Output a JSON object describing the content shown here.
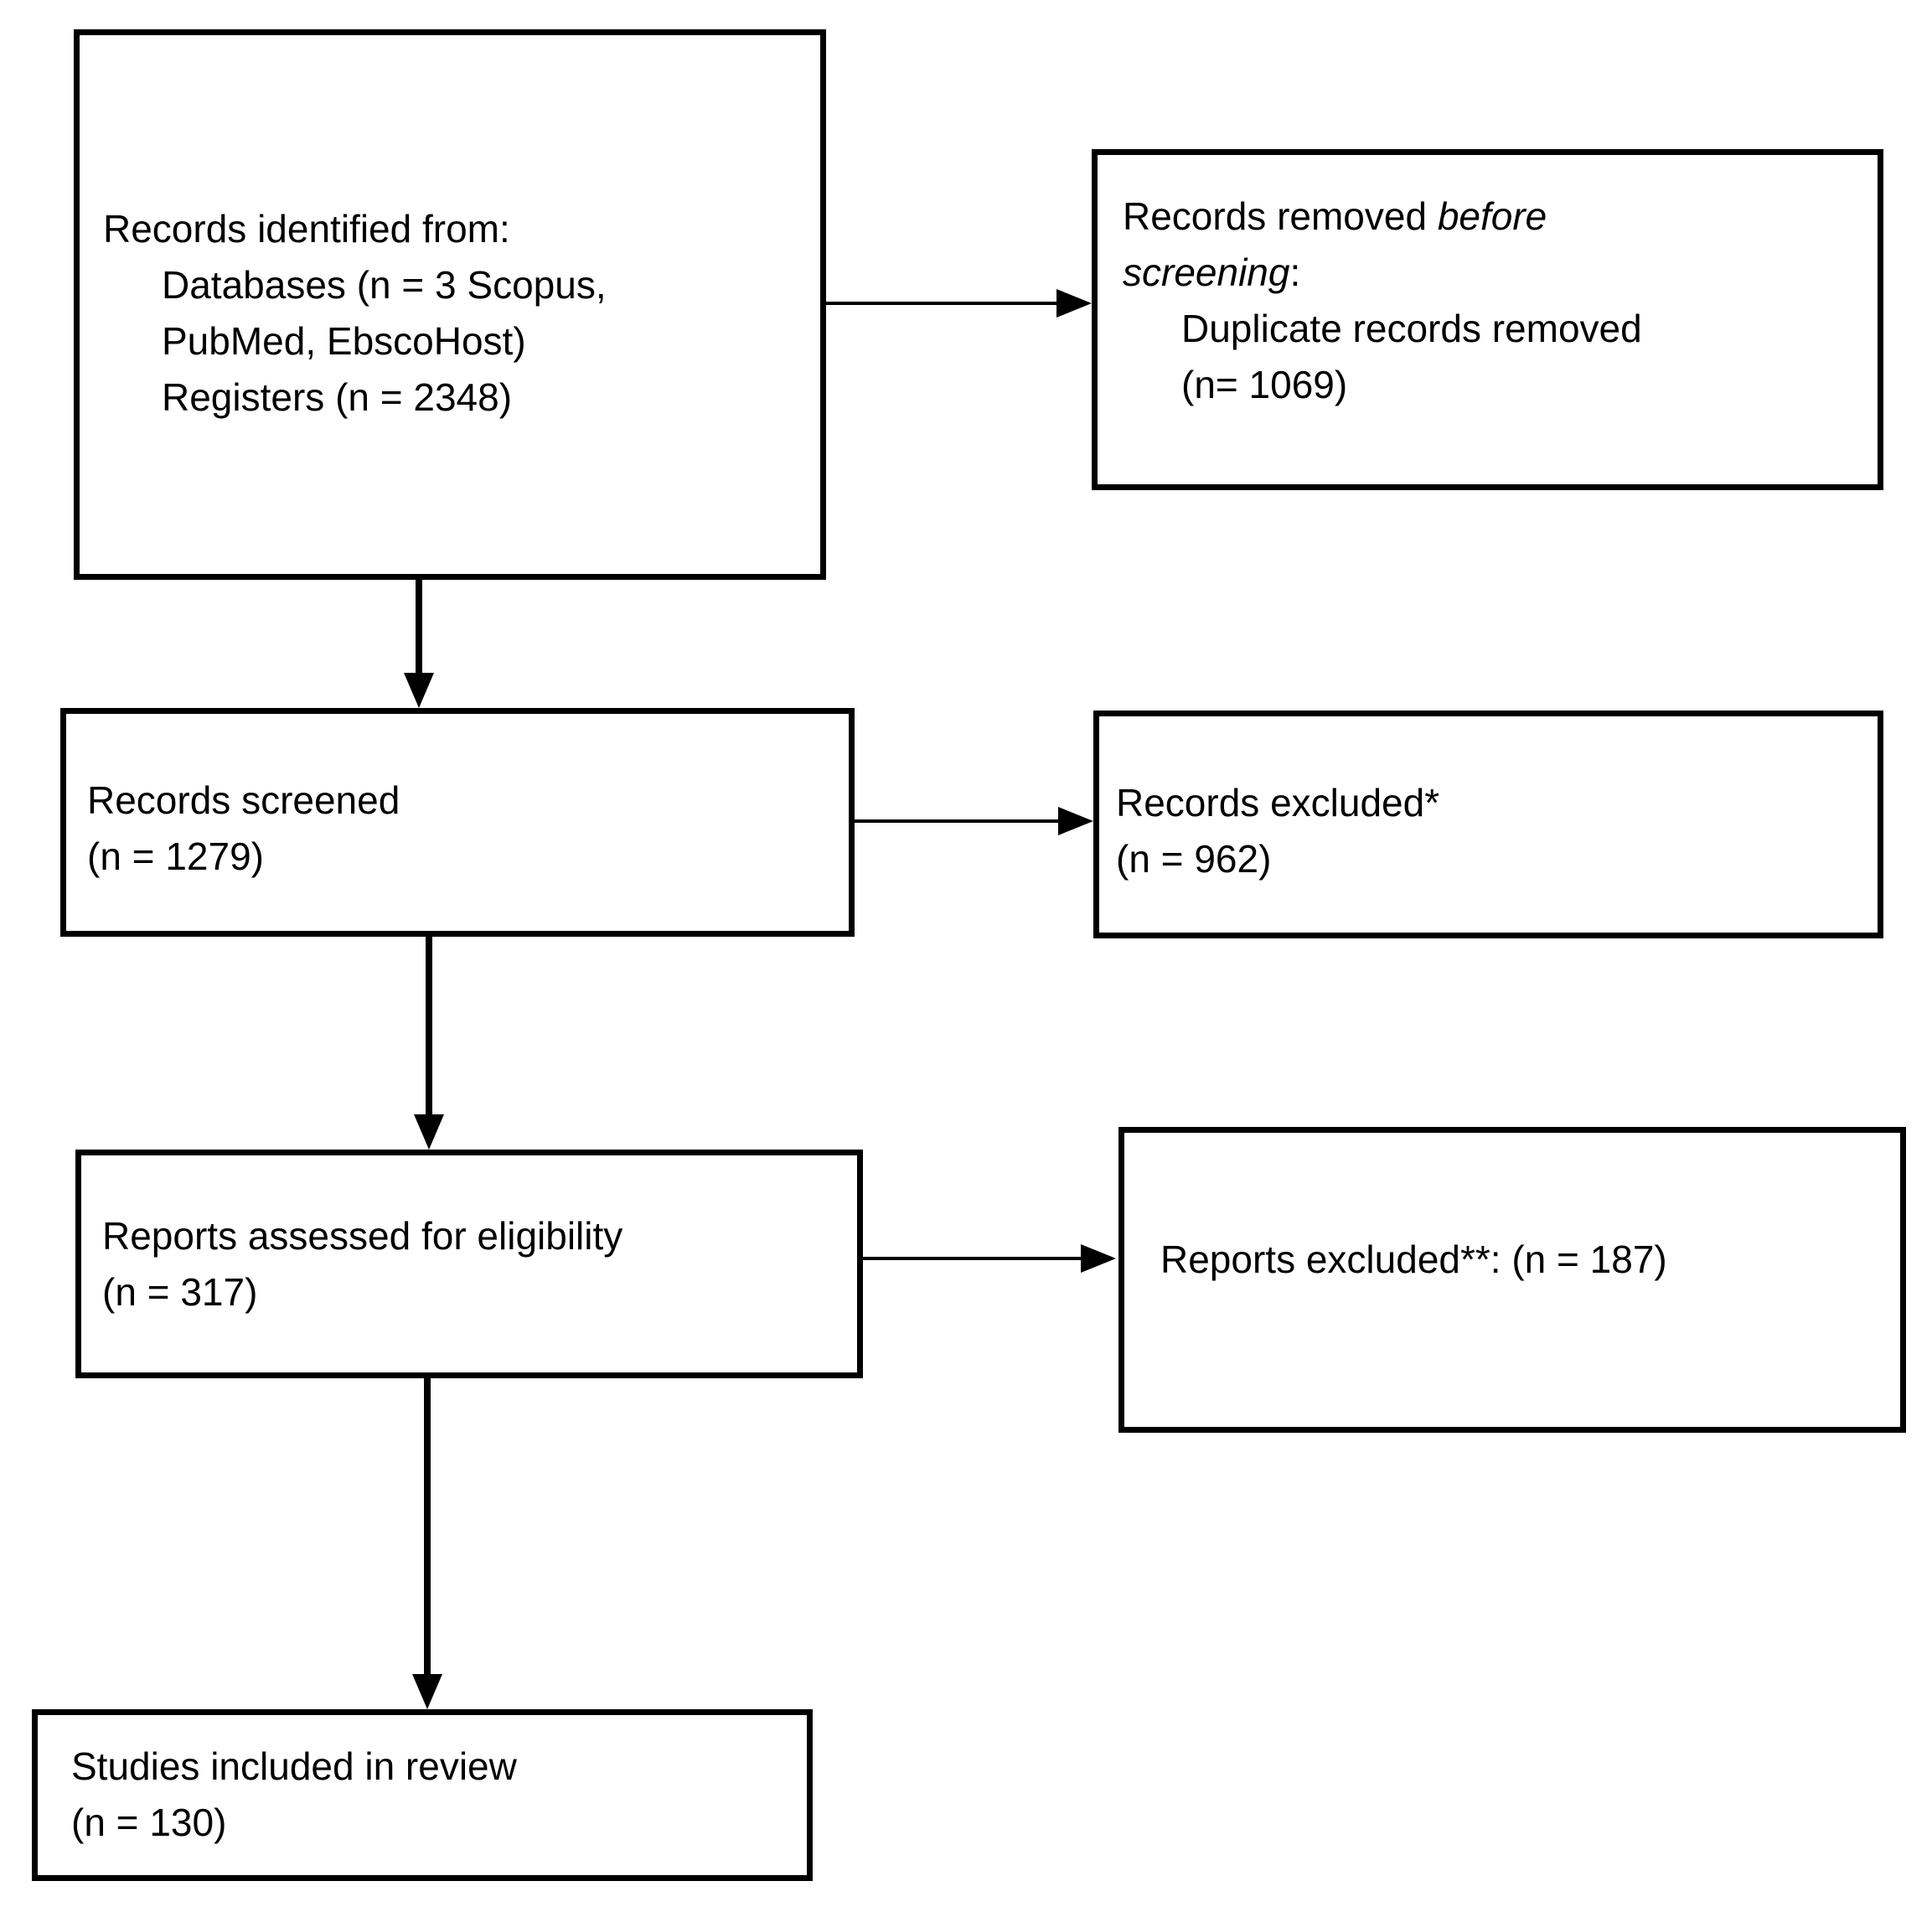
{
  "diagram": {
    "type": "prisma-flow",
    "colors": {
      "line": "#000000",
      "text": "#000000",
      "background": "#ffffff"
    },
    "boxes": {
      "identified": {
        "l1": "Records identified from:",
        "l2": "Databases (n = 3 Scopus,",
        "l3": "PubMed, EbscoHost)",
        "l4": "Registers (n = 2348)"
      },
      "removed_before_screening": {
        "l1_roman": "Records removed ",
        "l1_italic": "before",
        "l2_italic": "screening",
        "l2_roman": ":",
        "l3": "Duplicate records removed",
        "l4": "(n= 1069)"
      },
      "records_screened": {
        "l1": "Records screened",
        "l2": "(n = 1279)"
      },
      "records_excluded": {
        "l1": "Records excluded*",
        "l2": "(n = 962)"
      },
      "reports_assessed": {
        "l1": "Reports assessed for eligibility",
        "l2": "(n = 317)"
      },
      "reports_excluded": {
        "l1": "Reports excluded**: (n = 187)"
      },
      "studies_included": {
        "l1": "Studies included in review",
        "l2": "(n = 130)"
      }
    },
    "edges": [
      {
        "from": "identified",
        "to": "records_screened",
        "direction": "down"
      },
      {
        "from": "identified",
        "to": "removed_before_screening",
        "direction": "right"
      },
      {
        "from": "records_screened",
        "to": "reports_assessed",
        "direction": "down"
      },
      {
        "from": "records_screened",
        "to": "records_excluded",
        "direction": "right"
      },
      {
        "from": "reports_assessed",
        "to": "studies_included",
        "direction": "down"
      },
      {
        "from": "reports_assessed",
        "to": "reports_excluded",
        "direction": "right"
      }
    ]
  }
}
